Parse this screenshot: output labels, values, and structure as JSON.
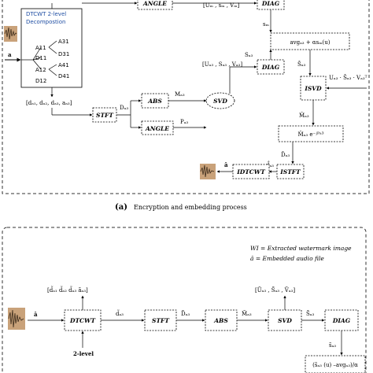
{
  "panel_a": {
    "dtcwt_title": "DTCWT 2-level",
    "dtcwt_subtitle": "Decompostion",
    "input_label": "a",
    "tree": {
      "a11": "A11",
      "a31": "A31",
      "d11": "D11",
      "d31": "D31",
      "a41": "A41",
      "a12": "A12",
      "d12": "D12",
      "d41": "D41"
    },
    "blocks": {
      "angle_top": "ANGLE",
      "diag_top": "DIAG",
      "diag_mid": "DIAG",
      "stft": "STFT",
      "abs": "ABS",
      "svd": "SVD",
      "angle_bottom": "ANGLE",
      "isvd": "ISVD",
      "istft": "ISTFT",
      "idtcwt": "IDTCWT"
    },
    "formula_avg": "avgₐ₃ + αsₘ(u)",
    "labels": {
      "u_s_v_top": "[Uₘ , sₘ , Vₘ]",
      "s_m": "sₘ",
      "s_a3_top": "Sₐ₃",
      "u_s_v_mid": "[Uₐ₃ , Sₐ₃ , Vₐ₃]",
      "s_a3_hat": "Ŝₐ₃",
      "isvd_in": "Uₐ₃ · Ŝₐ₃ · Vₐ₃ᵀ",
      "d_list": "[dₐ₁, dₐ₂, dₐ₃, aₐ₃]",
      "d_a3": "Dₐ₃",
      "m_a3": "Mₐ₃",
      "p_a3": "Pₐ₃",
      "m_hat": "M̂ₐ₃",
      "m_hat_exp": "M̂ₐ₃ e⁻ʲᴾᵃ³",
      "d_hat_cap": "D̂ₐ₃",
      "d_hat": "d̂ₐ₃",
      "a_hat": "â"
    },
    "caption_letter": "(a)",
    "caption_text": "Encryption and embedding process"
  },
  "panel_b": {
    "legend_wi": "WI = Extracted watermark image",
    "legend_a": "â = Embedded audio file",
    "input_label": "â",
    "blocks": {
      "dtcwt": "DTCWT",
      "stft": "STFT",
      "abs": "ABS",
      "svd": "SVD",
      "diag": "DIAG"
    },
    "labels": {
      "d_tilde_list": "[d̃ₐ₁ d̃ₐ₂ d̃ₐ₃ ãₐ₃]",
      "d_tilde_a3": "d̃ₐ₃",
      "D_tilde_a3": "D̃ₐ₃",
      "M_tilde_a3": "M̃ₐ₃",
      "svd_out": "[Ũₐ₃ , S̃ₐ₃ , Ṽₐ₃]",
      "S_tilde": "S̃ₐ₃",
      "s_tilde": "s̃ₐ₃",
      "two_level": "2-level",
      "formula": "(s̃ₐ₃ (u) –avgₐ₃)/α"
    }
  }
}
